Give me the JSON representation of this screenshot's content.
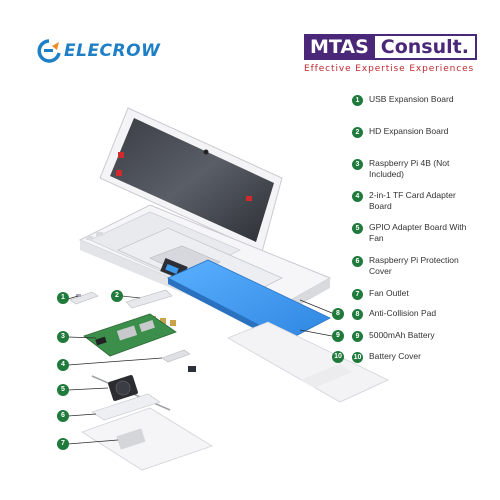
{
  "brand": {
    "elecrow_name": "ELECROW",
    "mtas_left": "MTAS",
    "mtas_right": "Consult.",
    "mtas_tagline": "Effective Expertise Experiences"
  },
  "colors": {
    "badge_green": "#1f7a3c",
    "elecrow_blue": "#1f7fc6",
    "mtas_purple": "#4b2779",
    "mtas_red": "#c0282e",
    "battery_blue": "#3d9cf0"
  },
  "legend": [
    {
      "num": "1",
      "label": "USB Expansion Board"
    },
    {
      "num": "2",
      "label": "HD Expansion Board"
    },
    {
      "num": "3",
      "label": "Raspberry Pi 4B (Not Included)"
    },
    {
      "num": "4",
      "label": "2-in-1 TF Card Adapter Board"
    },
    {
      "num": "5",
      "label": "GPIO Adapter Board With Fan"
    },
    {
      "num": "6",
      "label": "Raspberry Pi Protection Cover"
    },
    {
      "num": "7",
      "label": "Fan Outlet"
    },
    {
      "num": "8",
      "label": "Anti-Collision Pad"
    },
    {
      "num": "9",
      "label": "5000mAh Battery"
    },
    {
      "num": "10",
      "label": "Battery Cover"
    }
  ],
  "callouts": [
    "1",
    "2",
    "3",
    "4",
    "5",
    "6",
    "7",
    "8",
    "9",
    "10"
  ]
}
